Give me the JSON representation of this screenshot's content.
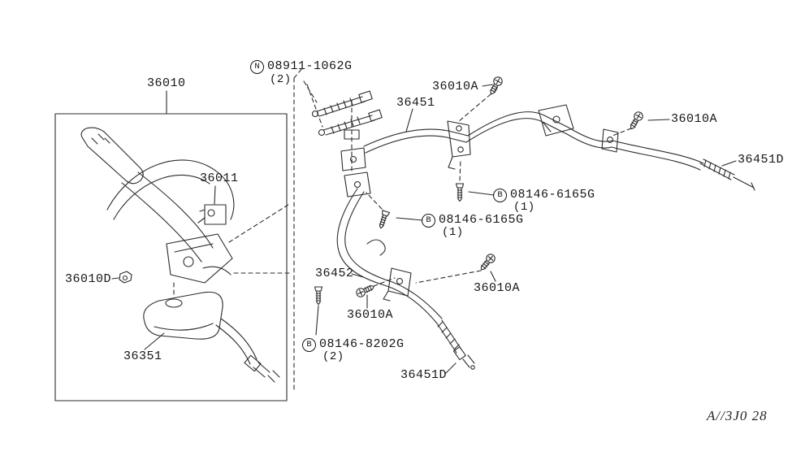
{
  "diagram": {
    "code": "A//3J0 28",
    "colors": {
      "ink": "#2b2b2b",
      "background": "#ffffff"
    },
    "labels": {
      "p36010": "36010",
      "p36011": "36011",
      "p36010d": "36010D",
      "p36351": "36351",
      "p36451": "36451",
      "p36452": "36452",
      "p36451d_right": "36451D",
      "p36451d_bottom": "36451D",
      "p36010a_top": "36010A",
      "p36010a_right": "36010A",
      "p36010a_mid": "36010A",
      "p36010a_lower": "36010A",
      "n08911": {
        "prefix": "N",
        "number": "08911-1062G",
        "qty": "(2)"
      },
      "b6165_upper": {
        "prefix": "B",
        "number": "08146-6165G",
        "qty": "(1)"
      },
      "b6165_lower": {
        "prefix": "B",
        "number": "08146-6165G",
        "qty": "(1)"
      },
      "b8202": {
        "prefix": "B",
        "number": "08146-8202G",
        "qty": "(2)"
      }
    }
  }
}
